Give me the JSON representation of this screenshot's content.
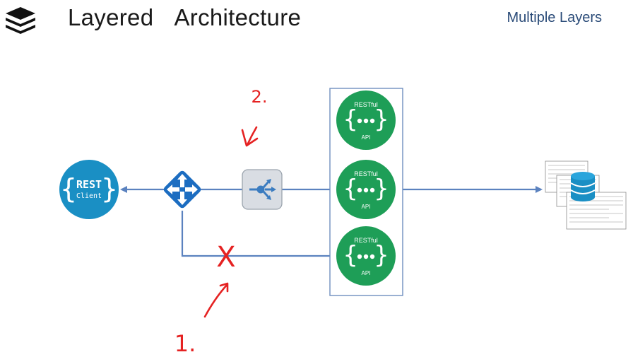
{
  "header": {
    "title": "Layered  Architecture",
    "subtitle": "Multiple Layers",
    "logo_icon": "stacked-layers-icon"
  },
  "client": {
    "label_top": "REST",
    "label_bottom": "Client",
    "color": "#1a8fc4"
  },
  "api_nodes": [
    {
      "label_top": "RESTful",
      "label_bottom": "API"
    },
    {
      "label_top": "RESTful",
      "label_bottom": "API"
    },
    {
      "label_top": "RESTful",
      "label_bottom": "API"
    }
  ],
  "annotations": {
    "blocked_mark": "X",
    "step_one": "1.",
    "step_two": "2."
  },
  "colors": {
    "arrow": "#5b82bf",
    "api_green": "#1e9e57",
    "router_blue": "#1c6dc1",
    "annotation_red": "#e52222"
  },
  "icons": {
    "router": "router-icon",
    "load_balancer": "load-balancer-icon",
    "database": "database-icon",
    "documents": "documents-icon"
  }
}
